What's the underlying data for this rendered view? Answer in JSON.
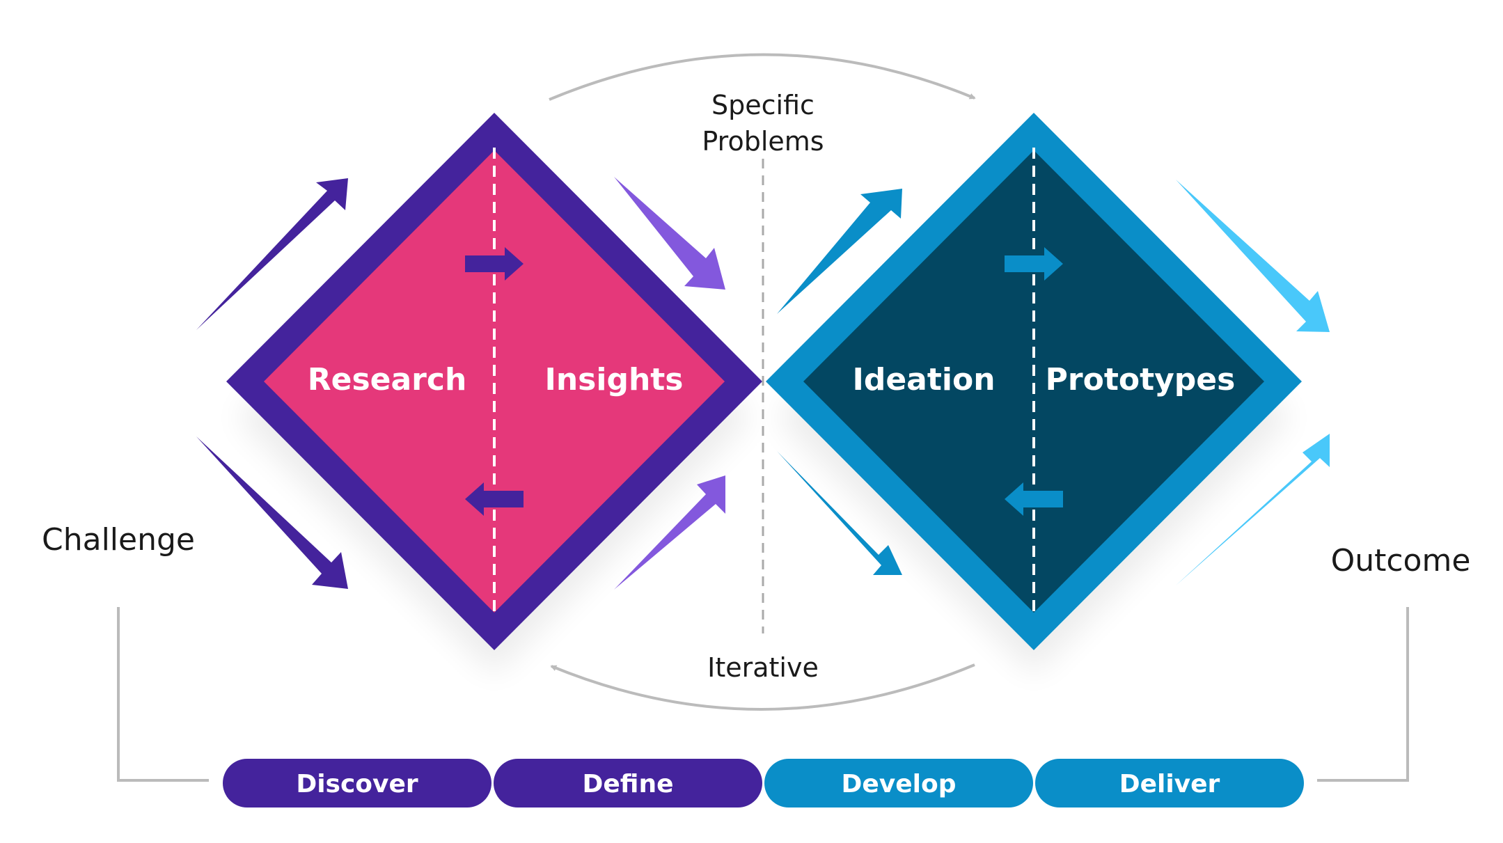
{
  "labels": {
    "challenge": "Challenge",
    "outcome": "Outcome",
    "specific_line1": "Specific",
    "specific_line2": "Problems",
    "iterative": "Iterative"
  },
  "diamonds": {
    "left": {
      "left_label": "Research",
      "right_label": "Insights"
    },
    "right": {
      "left_label": "Ideation",
      "right_label": "Prototypes"
    }
  },
  "phases": [
    {
      "label": "Discover"
    },
    {
      "label": "Define"
    },
    {
      "label": "Develop"
    },
    {
      "label": "Deliver"
    }
  ],
  "colors": {
    "purple": "#44239c",
    "pink": "#e5387a",
    "blue": "#0a8ec8",
    "dark_teal": "#034762",
    "violet": "#8358dd",
    "light_cyan": "#49c8fa",
    "gray_line": "#bbbbbb"
  }
}
